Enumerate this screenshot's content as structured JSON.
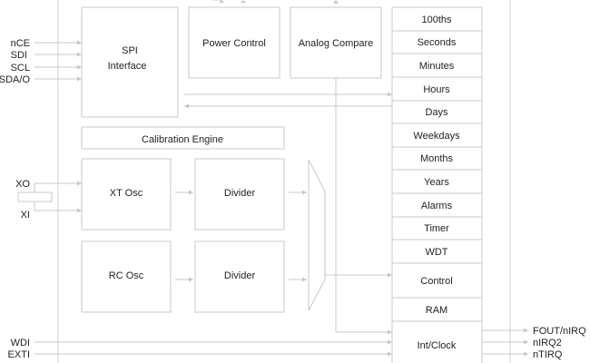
{
  "left_pins": {
    "nce": "nCE",
    "sdi": "SDI",
    "scl": "SCL",
    "sdao": "SDA/O",
    "xo": "XO",
    "xi": "XI",
    "wdi": "WDI",
    "exti": "EXTI"
  },
  "right_pins": {
    "fout": "FOUT/nIRQ",
    "nirq2": "nIRQ2",
    "ntirq": "nTIRQ"
  },
  "blocks": {
    "spi_line1": "SPI",
    "spi_line2": "Interface",
    "power_control": "Power Control",
    "analog_compare": "Analog Compare",
    "calibration_engine": "Calibration Engine",
    "xt_osc": "XT Osc",
    "rc_osc": "RC Osc",
    "divider_top": "Divider",
    "divider_bottom": "Divider"
  },
  "registers": [
    "100ths",
    "Seconds",
    "Minutes",
    "Hours",
    "Days",
    "Weekdays",
    "Months",
    "Years",
    "Alarms",
    "Timer",
    "WDT",
    "Control",
    "RAM",
    "Int/Clock"
  ]
}
